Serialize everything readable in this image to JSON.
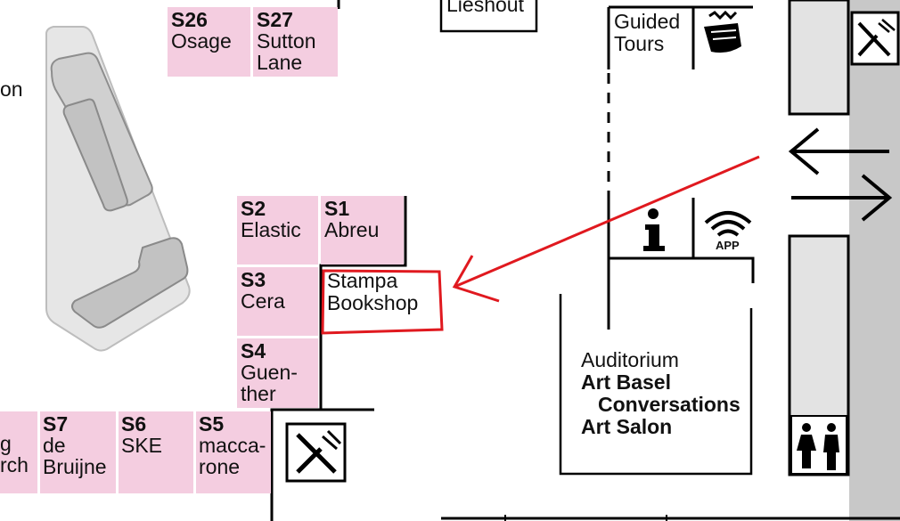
{
  "booths": {
    "s26": {
      "code": "S26",
      "name": "Osage"
    },
    "s27": {
      "code": "S27",
      "name": "Sutton\nLane"
    },
    "s2": {
      "code": "S2",
      "name": "Elastic"
    },
    "s1": {
      "code": "S1",
      "name": "Abreu"
    },
    "s3": {
      "code": "S3",
      "name": "Cera"
    },
    "s4": {
      "code": "S4",
      "name": "Guen-\nther"
    },
    "s7": {
      "code": "S7",
      "name": "de\nBruijne"
    },
    "s6": {
      "code": "S6",
      "name": "SKE"
    },
    "s5": {
      "code": "S5",
      "name": "macca-\nrone"
    },
    "partial_left": {
      "name": "g\nrch"
    }
  },
  "labels": {
    "lieshout": "Lieshout",
    "partial_on": "on",
    "guided_tours": "Guided\nTours",
    "stampa_bookshop": "Stampa\nBookshop",
    "auditorium": "Auditorium",
    "art_basel": "Art Basel",
    "conversations": "Conversations",
    "art_salon": "Art Salon",
    "app": "APP"
  },
  "icons": {
    "info": "info-icon",
    "app": "wifi-app-icon",
    "tours": "guided-tours-icon",
    "restaurant": "fork-knife-icon",
    "restrooms": "restroom-icon",
    "arrow_left": "arrow-left-icon",
    "arrow_right": "arrow-right-icon"
  },
  "colors": {
    "booth_fill": "#f4cde0",
    "sculpture_fill": "#e6e6e6",
    "sculpture_inner": "#cfcfcf",
    "corridor": "#c8c8c8",
    "panel": "#e3e3e3",
    "annotation": "#e0191f"
  }
}
